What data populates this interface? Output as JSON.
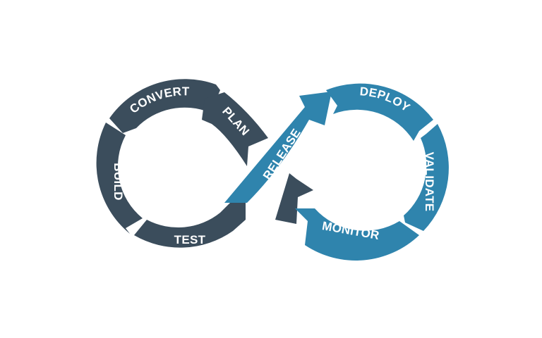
{
  "colors": {
    "dark_slate": "#3b4d5c",
    "blue": "#2f84ad",
    "background": "#ffffff",
    "label": "#ffffff"
  },
  "stages": {
    "plan": "PLAN",
    "convert": "CONVERT",
    "build": "BUILD",
    "test": "TEST",
    "release": "RELEASE",
    "deploy": "DEPLOY",
    "validate": "VALIDATE",
    "monitor": "MONITOR"
  }
}
